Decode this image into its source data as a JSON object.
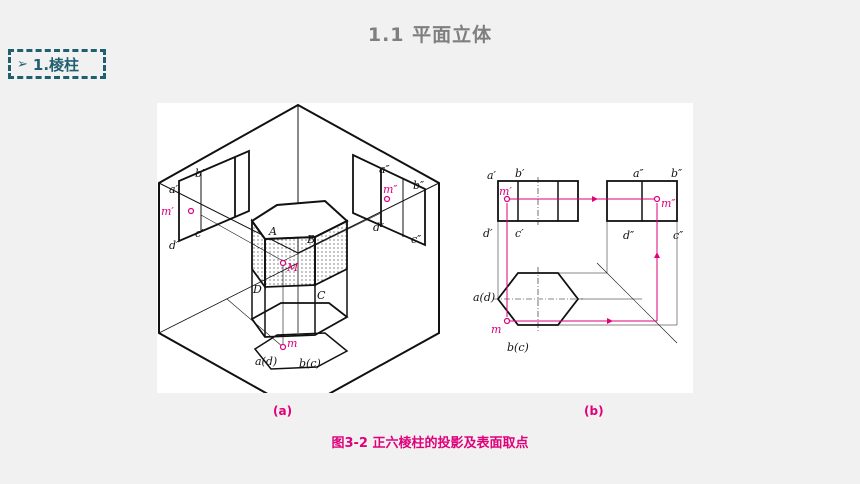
{
  "slide": {
    "title": "1.1  平面立体",
    "section_label": "1.棱柱",
    "arrow_glyph": "➢"
  },
  "figure": {
    "sub_label_a": "(a)",
    "sub_label_b": "(b)",
    "caption": "图3-2  正六棱柱的投影及表面取点",
    "labels_a": {
      "a1": "a′",
      "b1": "b′",
      "c1": "c′",
      "d1": "d′",
      "m1": "m′",
      "a2": "a″",
      "b2": "b″",
      "c2": "c″",
      "d2": "d″",
      "m2": "m″",
      "A": "A",
      "B": "B",
      "C": "C",
      "D": "D",
      "M": "M",
      "ad": "a(d)",
      "bc": "b(c)",
      "m": "m"
    },
    "labels_b": {
      "a1": "a′",
      "b1": "b′",
      "c1": "c′",
      "d1": "d′",
      "m1": "m′",
      "a2": "a″",
      "b2": "b″",
      "c2": "c″",
      "d2": "d″",
      "m2": "m″",
      "ad": "a(d)",
      "bc": "b(c)",
      "m": "m"
    },
    "colors": {
      "accent": "#e0007a",
      "line": "#111111",
      "section": "#1f5f6f"
    }
  }
}
